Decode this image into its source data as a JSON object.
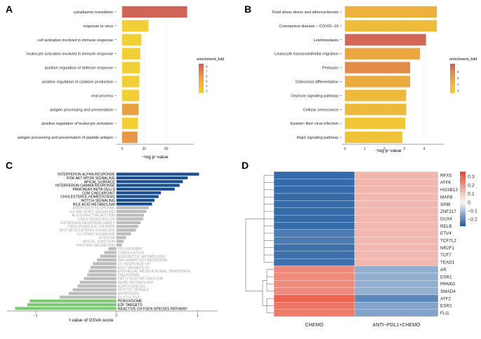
{
  "panel_labels": [
    "A",
    "B",
    "C",
    "D"
  ],
  "chart_data": [
    {
      "panel": "A",
      "type": "bar",
      "orientation": "horizontal",
      "categories": [
        "cytoplasmic translation",
        "response to virus",
        "cell activation involved in immune response",
        "leukocyte activation involved in immune response",
        "positive regulation of defense response",
        "positive regulation of cytokine production",
        "viral process",
        "antigen processing and presentation",
        "positive regulation of leukocyte activation",
        "antigen processing and presentation of peptide antigen"
      ],
      "values": [
        59,
        24,
        17.5,
        16.5,
        16,
        15.7,
        15.5,
        15,
        14.5,
        14
      ],
      "enrichment_fold": [
        8.1,
        2.6,
        2.6,
        2.6,
        2.6,
        2.6,
        2.6,
        5.4,
        2.6,
        5.8
      ],
      "xlabel": "−log p−value",
      "x_ticks": [
        "0",
        "20",
        "40"
      ],
      "xlim": [
        -5,
        65
      ],
      "legend": {
        "title": "enrichment_fold",
        "ticks": [
          "8",
          "7",
          "6",
          "5",
          "4",
          "3"
        ],
        "range": [
          2.5,
          8.5
        ],
        "colors": [
          "#f2d033",
          "#eeb23e",
          "#e3894a",
          "#cc5b5b"
        ]
      }
    },
    {
      "panel": "B",
      "type": "bar",
      "orientation": "horizontal",
      "categories": [
        "Fluid shear stress and atherosclerosis",
        "Coronavirus disease − COVID−19",
        "Leishmaniasis",
        "Leukocyte transendothelial migration",
        "Pertussis",
        "Osteoclast differentiation",
        "Oxytocin signaling pathway",
        "Cellular senescence",
        "Epstein−Barr virus infection",
        "Rap1 signaling pathway"
      ],
      "values": [
        4.65,
        4.65,
        4.1,
        3.8,
        3.3,
        3.3,
        3.1,
        3.1,
        3.05,
        2.9
      ],
      "enrichment_fold": [
        4.2,
        3.6,
        6.8,
        4.6,
        5.6,
        4.4,
        3.8,
        3.8,
        3.1,
        3.3
      ],
      "xlabel": "−log p−value",
      "x_ticks": [
        "0",
        "1",
        "2",
        "3",
        "4"
      ],
      "xlim": [
        -0.15,
        5.0
      ],
      "legend": {
        "title": "enrichment_fold",
        "ticks": [
          "6",
          "5",
          "4",
          "3"
        ],
        "range": [
          2.6,
          7.2
        ],
        "colors": [
          "#f2d033",
          "#eeb23e",
          "#e3894a",
          "#cc5b5b"
        ]
      }
    },
    {
      "panel": "C",
      "type": "bar",
      "orientation": "horizontal",
      "xlabel": "t value of GSVA score",
      "x_ticks": [
        "−1",
        "0",
        "1"
      ],
      "xlim": [
        -1.35,
        1.25
      ],
      "categories": [
        "INTERFERON ALPHA RESPONSE",
        "PI3K AKT MTOR SIGNALING",
        "APICAL SURFACE",
        "INTERFERON GAMMA RESPONSE",
        "PANCREAS BETA CELLS",
        "G2M CHECKPOINT",
        "CHOLESTEROL HOMEOSTASIS",
        "NOTCH SIGNALING",
        "BILE ACID METABOLISM",
        "ANDROGEN RESPONSE",
        "IL6 JAK STAT3 SIGNALING",
        "ALLOGRAFT REJECTION",
        "KRAS SIGNALING DN",
        "ESTROGEN RESPONSE EARLY",
        "TNFA SIGNALING VIA NFKB",
        "WNT BETA CATENIN SIGNALING",
        "IL2 STAT5 SIGNALING",
        "HYPOXIA",
        "APICAL JUNCTION",
        "PROTEIN SECRETION",
        "P53 PATHWAY",
        "COAGULATION",
        "XENOBIOTIC METABOLISM",
        "INFLAMMATORY RESPONSE",
        "UV RESPONSE UP",
        "MYC TARGETS V1",
        "EPITHELIAL MESENCHYMAL TRANSITION",
        "DNA REPAIR",
        "FATTY ACID METABOLISM",
        "HEME METABOLISM",
        "ADIPOGENESIS",
        "MITOTIC SPINDLE",
        "APOPTOSIS",
        "GLYCOLYSIS",
        "PEROXISOME",
        "E2F TARGETS",
        "REACTIVE OXYGEN SPECIES PATHWAY"
      ],
      "values": [
        1.02,
        0.88,
        0.82,
        0.78,
        0.72,
        0.55,
        0.52,
        0.47,
        0.44,
        0.4,
        0.37,
        0.34,
        0.33,
        0.3,
        0.27,
        0.24,
        0.18,
        0.12,
        0.09,
        0.07,
        -0.1,
        -0.15,
        -0.2,
        -0.24,
        -0.29,
        -0.32,
        -0.34,
        -0.36,
        -0.4,
        -0.45,
        -0.48,
        -0.54,
        -0.59,
        -0.7,
        -1.07,
        -1.1,
        -1.25
      ],
      "groups": [
        "up_sig",
        "up_sig",
        "up_sig",
        "up_sig",
        "up_sig",
        "up_sig",
        "up_sig",
        "up_sig",
        "up_sig",
        "ns",
        "ns",
        "ns",
        "ns",
        "ns",
        "ns",
        "ns",
        "ns",
        "ns",
        "ns",
        "ns",
        "ns",
        "ns",
        "ns",
        "ns",
        "ns",
        "ns",
        "ns",
        "ns",
        "ns",
        "ns",
        "ns",
        "ns",
        "ns",
        "ns",
        "down_sig",
        "down_sig",
        "down_sig"
      ],
      "group_colors": {
        "up_sig": "#1b4f8f",
        "ns": "#bdbdbd",
        "down_sig": "#7ccb74"
      },
      "label_colors": {
        "up_sig": "#000000",
        "ns": "#a6a6a6",
        "down_sig": "#000000"
      }
    },
    {
      "panel": "D",
      "type": "heatmap",
      "columns": [
        "CHEMO",
        "ANTI−PDL1+CHEMO"
      ],
      "rows": [
        "RFX5",
        "ATF6",
        "HOXB13",
        "MAFB",
        "SPIB",
        "ZNF217",
        "DUX4",
        "RELB",
        "ETV4",
        "TCF7L2",
        "NR2F1",
        "TCF7",
        "TEAD1",
        "AR",
        "ESR1",
        "PPARG",
        "SMAD4",
        "ATF2",
        "ESR2",
        "FLI1"
      ],
      "values": [
        [
          -0.25,
          0.13
        ],
        [
          -0.25,
          0.13
        ],
        [
          -0.25,
          0.13
        ],
        [
          -0.25,
          0.13
        ],
        [
          -0.25,
          0.13
        ],
        [
          -0.25,
          0.13
        ],
        [
          -0.25,
          0.13
        ],
        [
          -0.25,
          0.13
        ],
        [
          -0.22,
          0.13
        ],
        [
          -0.22,
          0.13
        ],
        [
          -0.24,
          0.13
        ],
        [
          -0.24,
          0.13
        ],
        [
          -0.24,
          0.13
        ],
        [
          0.22,
          -0.13
        ],
        [
          0.22,
          -0.13
        ],
        [
          0.22,
          -0.13
        ],
        [
          0.22,
          -0.13
        ],
        [
          0.3,
          -0.2
        ],
        [
          0.26,
          -0.15
        ],
        [
          0.25,
          -0.15
        ]
      ],
      "color_range": [
        -0.28,
        0.36
      ],
      "legend_ticks": [
        "0.3",
        "0.2",
        "0.1",
        "0",
        "−0.1",
        "−0.2"
      ],
      "colors": {
        "low": "#1f5aa0",
        "mid": "#f7f7f7",
        "high": "#e8462e"
      }
    }
  ]
}
